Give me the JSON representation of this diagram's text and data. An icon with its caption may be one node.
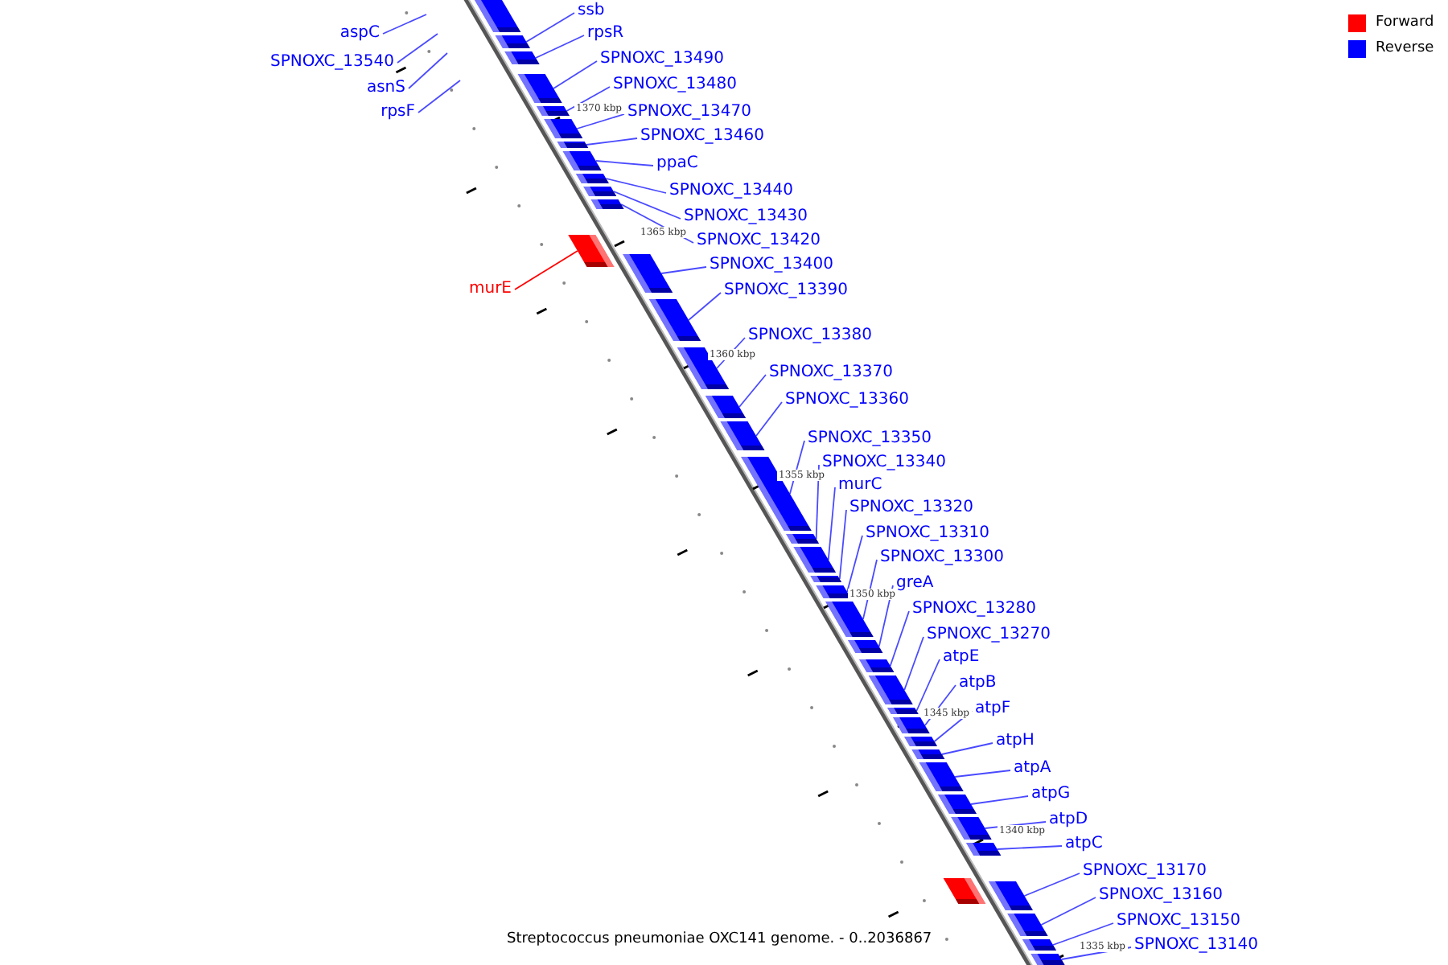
{
  "diagram": {
    "caption": "Streptococcus pneumoniae OXC141 genome. - 0..2036867",
    "nodes": [
      {
        "text": [
          "aspC"
        ]
      },
      {
        "text": [
          "SPNOXC_13540"
        ]
      },
      {
        "text": [
          "asnS"
        ]
      },
      {
        "text": [
          "rpsF"
        ]
      },
      {
        "text": [
          "ssb"
        ]
      },
      {
        "text": [],
        "shape": "bar"
      },
      {
        "text": [
          "rpsR"
        ]
      },
      {
        "text": [],
        "shape": "bar"
      },
      {
        "text": [
          "SPNOXC_13490"
        ]
      },
      {
        "text": [],
        "shape": "bar"
      },
      {
        "text": [
          "SPNOXC_13480"
        ]
      },
      {
        "text": [],
        "shape": "bar"
      },
      {
        "text": [
          "SPNOXC_13470"
        ]
      },
      {
        "text": [],
        "shape": "bar"
      },
      {
        "text": [
          "SPNOXC_13460"
        ]
      },
      {
        "text": [],
        "shape": "bar"
      },
      {
        "text": [
          "ppaC"
        ]
      },
      {
        "text": [],
        "shape": "bar"
      },
      {
        "text": [
          "SPNOXC_13440"
        ]
      },
      {
        "text": [],
        "shape": "bar"
      },
      {
        "text": [
          "SPNOXC_13430"
        ]
      },
      {
        "text": [],
        "shape": "bar"
      },
      {
        "text": [
          "SPNOXC_13420"
        ]
      },
      {
        "text": [],
        "shape": "bar"
      },
      {
        "text": [
          "murE"
        ]
      },
      {
        "text": [],
        "shape": "bar"
      },
      {
        "text": [
          "SPNOXC_13400"
        ]
      },
      {
        "text": [],
        "shape": "bar"
      },
      {
        "text": [
          "SPNOXC_13390"
        ]
      },
      {
        "text": [],
        "shape": "bar"
      },
      {
        "text": [
          "SPNOXC_13380"
        ]
      },
      {
        "text": [],
        "shape": "bar"
      },
      {
        "text": [
          "SPNOXC_13370"
        ]
      },
      {
        "text": [],
        "shape": "bar"
      },
      {
        "text": [
          "SPNOXC_13360"
        ]
      },
      {
        "text": [],
        "shape": "bar"
      },
      {
        "text": [
          "SPNOXC_13350"
        ]
      },
      {
        "text": [],
        "shape": "bar"
      },
      {
        "text": [
          "SPNOXC_13340"
        ]
      },
      {
        "text": [],
        "shape": "bar"
      },
      {
        "text": [
          "murC"
        ]
      },
      {
        "text": [],
        "shape": "bar"
      },
      {
        "text": [
          "SPNOXC_13320"
        ]
      },
      {
        "text": [],
        "shape": "bar"
      },
      {
        "text": [
          "SPNOXC_13310"
        ]
      },
      {
        "text": [],
        "shape": "bar"
      },
      {
        "text": [
          "SPNOXC_13300"
        ]
      },
      {
        "text": [],
        "shape": "bar"
      },
      {
        "text": [
          "greA"
        ]
      },
      {
        "text": [],
        "shape": "bar"
      },
      {
        "text": [
          "SPNOXC_13280"
        ]
      },
      {
        "text": [],
        "shape": "bar"
      },
      {
        "text": [
          "SPNOXC_13270"
        ]
      },
      {
        "text": [],
        "shape": "bar"
      },
      {
        "text": [
          "atpE"
        ]
      },
      {
        "text": [],
        "shape": "bar"
      },
      {
        "text": [
          "atpB"
        ]
      },
      {
        "text": [],
        "shape": "bar"
      },
      {
        "text": [
          "atpF"
        ]
      },
      {
        "text": [],
        "shape": "bar"
      },
      {
        "text": [
          "atpH"
        ]
      },
      {
        "text": [],
        "shape": "bar"
      },
      {
        "text": [
          "atpA"
        ]
      },
      {
        "text": [],
        "shape": "bar"
      },
      {
        "text": [
          "atpG"
        ]
      },
      {
        "text": [],
        "shape": "bar"
      },
      {
        "text": [
          "atpD"
        ]
      },
      {
        "text": [],
        "shape": "bar"
      },
      {
        "text": [
          "atpC"
        ]
      },
      {
        "text": [],
        "shape": "bar"
      },
      {
        "text": [
          "SPNOXC_13170"
        ]
      },
      {
        "text": [],
        "shape": "bar"
      },
      {
        "text": [
          "SPNOXC_13160"
        ]
      },
      {
        "text": [],
        "shape": "bar"
      },
      {
        "text": [
          "SPNOXC_13150"
        ]
      },
      {
        "text": [],
        "shape": "bar"
      },
      {
        "text": [
          "SPNOXC_13140"
        ]
      },
      {
        "text": [],
        "shape": "bar"
      },
      {
        "text": [],
        "shape": "bar"
      },
      {
        "text": [],
        "shape": "bar"
      }
    ],
    "edges": [
      {
        "from": 0,
        "to": null,
        "arrow": "none"
      },
      {
        "from": 1,
        "to": null,
        "arrow": "none"
      },
      {
        "from": 2,
        "to": null,
        "arrow": "none"
      },
      {
        "from": 3,
        "to": null,
        "arrow": "none"
      },
      {
        "from": 4,
        "to": 5,
        "arrow": "none"
      },
      {
        "from": 6,
        "to": 7,
        "arrow": "none"
      },
      {
        "from": 8,
        "to": 9,
        "arrow": "none"
      },
      {
        "from": 10,
        "to": 11,
        "arrow": "none"
      },
      {
        "from": 12,
        "to": 13,
        "arrow": "none"
      },
      {
        "from": 14,
        "to": 15,
        "arrow": "none"
      },
      {
        "from": 16,
        "to": 17,
        "arrow": "none"
      },
      {
        "from": 18,
        "to": 19,
        "arrow": "none"
      },
      {
        "from": 20,
        "to": 21,
        "arrow": "none"
      },
      {
        "from": 22,
        "to": 23,
        "arrow": "none"
      },
      {
        "from": 24,
        "to": 25,
        "arrow": "none",
        "color": "#ff0000"
      },
      {
        "from": 26,
        "to": 27,
        "arrow": "none"
      },
      {
        "from": 28,
        "to": 29,
        "arrow": "none"
      },
      {
        "from": 30,
        "to": 31,
        "arrow": "none"
      },
      {
        "from": 32,
        "to": 33,
        "arrow": "none"
      },
      {
        "from": 34,
        "to": 35,
        "arrow": "none"
      },
      {
        "from": 36,
        "to": 37,
        "arrow": "none"
      },
      {
        "from": 38,
        "to": 39,
        "arrow": "none"
      },
      {
        "from": 40,
        "to": 41,
        "arrow": "none"
      },
      {
        "from": 42,
        "to": 43,
        "arrow": "none"
      },
      {
        "from": 44,
        "to": 45,
        "arrow": "none"
      },
      {
        "from": 46,
        "to": 47,
        "arrow": "none"
      },
      {
        "from": 48,
        "to": 49,
        "arrow": "none"
      },
      {
        "from": 50,
        "to": 51,
        "arrow": "none"
      },
      {
        "from": 52,
        "to": 53,
        "arrow": "none"
      },
      {
        "from": 54,
        "to": 55,
        "arrow": "none"
      },
      {
        "from": 56,
        "to": 57,
        "arrow": "none"
      },
      {
        "from": 58,
        "to": 59,
        "arrow": "none"
      },
      {
        "from": 60,
        "to": 61,
        "arrow": "none"
      },
      {
        "from": 62,
        "to": 63,
        "arrow": "none"
      },
      {
        "from": 64,
        "to": 65,
        "arrow": "none"
      },
      {
        "from": 66,
        "to": 67,
        "arrow": "none"
      },
      {
        "from": 68,
        "to": 69,
        "arrow": "none"
      },
      {
        "from": 70,
        "to": 71,
        "arrow": "none"
      },
      {
        "from": 72,
        "to": 73,
        "arrow": "none"
      },
      {
        "from": 74,
        "to": 75,
        "arrow": "none"
      },
      {
        "from": 76,
        "to": 77,
        "arrow": "none"
      }
    ],
    "labels": [
      "1370 kbp",
      "1365 kbp",
      "1360 kbp",
      "1355 kbp",
      "1350 kbp",
      "1345 kbp",
      "1340 kbp",
      "1335 kbp"
    ],
    "legend": [
      {
        "text": "Forward",
        "color": "#ff0000"
      },
      {
        "text": "Reverse",
        "color": "#0000ff"
      }
    ]
  }
}
